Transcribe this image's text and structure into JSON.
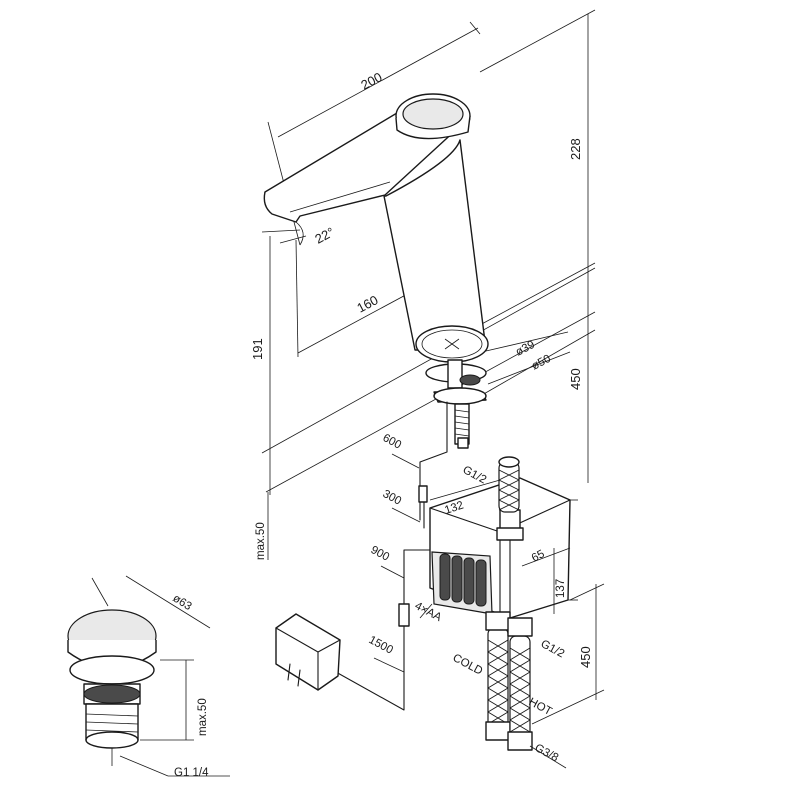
{
  "dimensions": {
    "faucet_length": "200",
    "faucet_height": "228",
    "spout_angle": "22°",
    "spout_projection": "160",
    "spout_clearance": "191",
    "base_diameter_inner": "ø39",
    "base_diameter_outer": "ø50",
    "lower_height": "450",
    "max_countertop": "max.50",
    "box_width": "132",
    "box_depth": "65",
    "box_height": "137",
    "box_height_from_floor": "450"
  },
  "cables": {
    "sensor_cable": "600",
    "cable_300": "300",
    "cable_900": "900",
    "adapter_cable": "1500"
  },
  "connections": {
    "inlet_top": "G1/2",
    "inlet_bottom": "G1/2",
    "outlet_thread": "G3/8",
    "cold_label": "COLD",
    "hot_label": "HOT",
    "batteries": "4×AA"
  },
  "drain": {
    "diameter": "ø63",
    "max_thickness": "max.50",
    "thread": "G1 1/4"
  }
}
